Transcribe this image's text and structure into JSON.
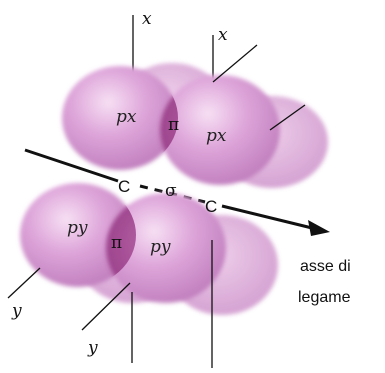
{
  "colors": {
    "lobe_light": "#f3d3ef",
    "lobe_mid": "#d89ad4",
    "lobe_dark": "#b66eb3",
    "overlap": "#9c3c88",
    "line": "#111111"
  },
  "labels": {
    "x_top_left": "x",
    "x_top_right": "x",
    "px_left": "px",
    "px_right": "px",
    "pi_top": "π",
    "c_left": "C",
    "sigma": "σ",
    "c_right": "C",
    "py_left": "py",
    "py_right": "py",
    "pi_bottom": "π",
    "y_lower_left": "y",
    "y_lower": "y",
    "axis_label_line1": "asse di",
    "axis_label_line2": "legame"
  }
}
